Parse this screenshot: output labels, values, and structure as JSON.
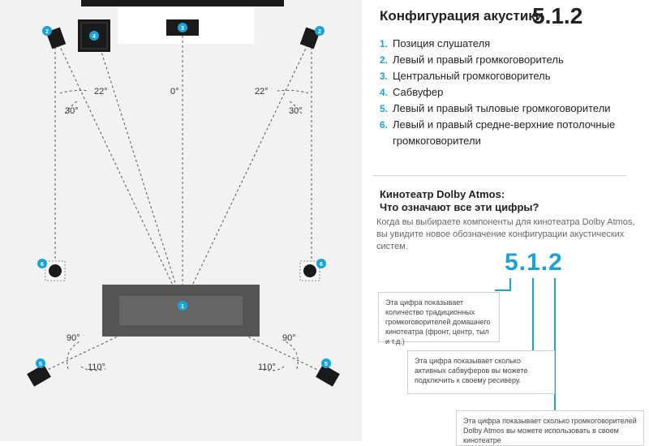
{
  "config_title": "Конфигурация акустики",
  "config_number": "5.1.2",
  "legend": [
    {
      "num": "1.",
      "text": "Позиция слушателя"
    },
    {
      "num": "2.",
      "text": "Левый и правый громкоговоритель"
    },
    {
      "num": "3.",
      "text": "Центральный громкоговоритель"
    },
    {
      "num": "4.",
      "text": "Сабвуфер"
    },
    {
      "num": "5.",
      "text": "Левый и правый тыловые громкоговорители"
    },
    {
      "num": "6.",
      "text": "Левый и правый средне-верхние потолочные громкоговорители"
    }
  ],
  "angles": {
    "a22": "22°",
    "a30": "30°",
    "a0": "0°",
    "a90": "90°",
    "a110": "110°"
  },
  "badges": {
    "b1": "1",
    "b2": "2",
    "b3": "3",
    "b4": "4",
    "b5": "5",
    "b6": "6"
  },
  "atmos": {
    "subtitle1": "Кинотеатр Dolby Atmos:",
    "subtitle2": "Что означают все эти цифры?",
    "description": "Когда вы выбираете компоненты для кинотеатра Dolby Atmos, вы увидите новое обозначение конфигурации акустических систем.",
    "big_number": "5.1.2",
    "box1": "Эта цифра показывает количество традиционных громкоговорителей домашнего кинотеатра (фронт, центр, тыл и т.д.)",
    "box2": "Эта цифра показывает сколько активных сабвуферов вы можете подключить к своему ресиверу.",
    "box3": "Эта цифра показывает сколько громкоговорителей Dolby Atmos вы можете использовать в своем кинотеатре"
  },
  "colors": {
    "accent": "#1aa3d8",
    "speaker": "#1a1a1a",
    "sofa": "#555555"
  }
}
